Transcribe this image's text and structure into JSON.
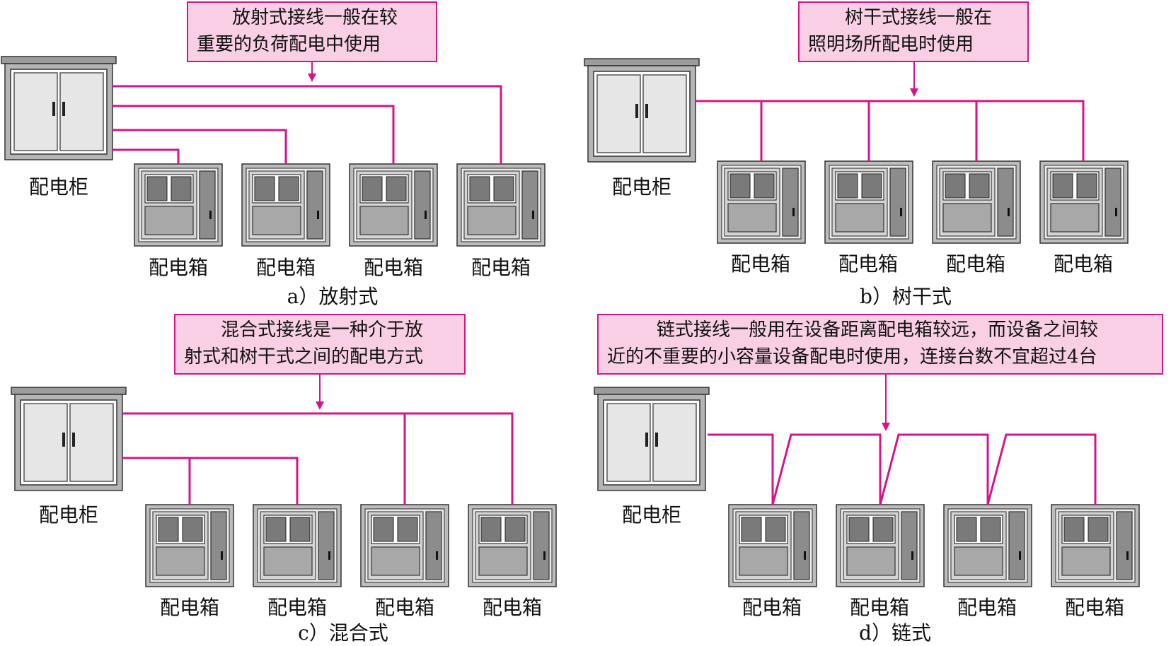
{
  "colors": {
    "wire": "#d6148a",
    "note_bg": "#f8cfe4",
    "note_border": "#d6148a",
    "cabinet": "#e6e6e6",
    "box_dark": "#7a7a7a"
  },
  "labels": {
    "cabinet": "配电柜",
    "box": "配电箱"
  },
  "panels": [
    {
      "id": "a",
      "caption": "a）放射式",
      "note_lines": [
        "放射式接线一般在较",
        "重要的负荷配电中使用"
      ]
    },
    {
      "id": "b",
      "caption": "b）树干式",
      "note_lines": [
        "树干式接线一般在",
        "照明场所配电时使用"
      ]
    },
    {
      "id": "c",
      "caption": "c）混合式",
      "note_lines": [
        "混合式接线是一种介于放",
        "射式和树干式之间的配电方式"
      ]
    },
    {
      "id": "d",
      "caption": "d）链式",
      "note_lines": [
        "链式接线一般用在设备距离配电箱较远，而设备之间较",
        "近的不重要的小容量设备配电时使用，连接台数不宜超过4台"
      ]
    }
  ]
}
